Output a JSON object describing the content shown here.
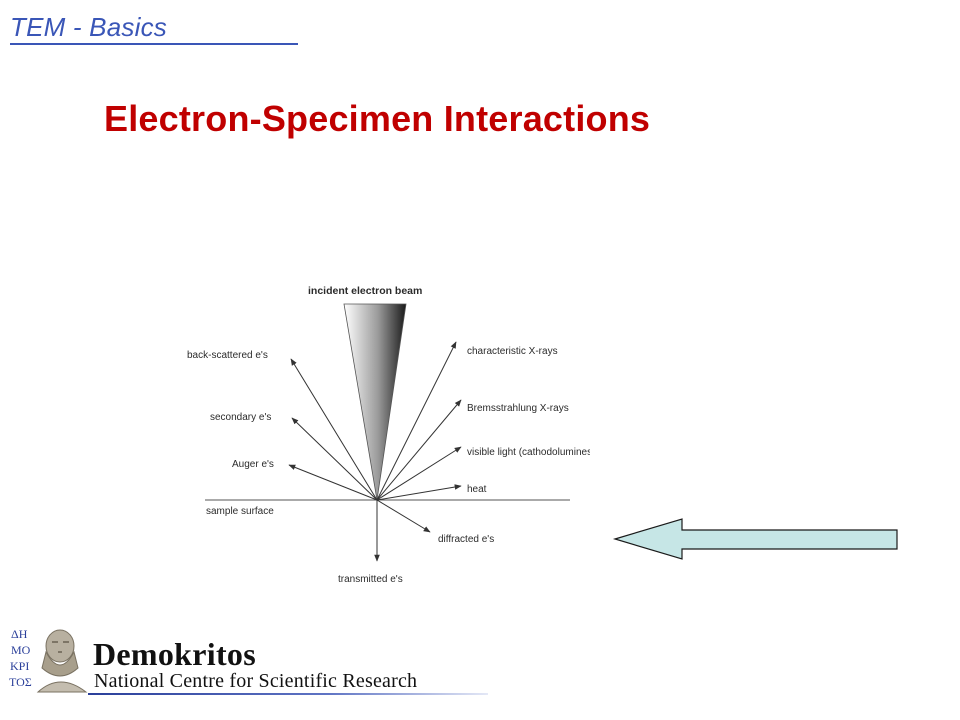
{
  "header": {
    "section_title": "TEM - Basics",
    "accent_color": "#3a56b7"
  },
  "slide": {
    "title": "Electron-Specimen Interactions",
    "title_color": "#c00000"
  },
  "diagram": {
    "beam_label": "incident electron beam",
    "surface_label": "sample surface",
    "left_signals": [
      "back-scattered e's",
      "secondary e's",
      "Auger e's"
    ],
    "right_signals": [
      "characteristic X-rays",
      "Bremsstrahlung X-rays",
      "visible light (cathodoluminescence)",
      "heat"
    ],
    "below_signals": [
      "diffracted e's",
      "transmitted e's"
    ]
  },
  "pointer": {
    "icon": "left-arrow-icon",
    "fill_color": "#c6e6e6"
  },
  "logo": {
    "emblem_letters": [
      "ΔΗ",
      "ΜΟ",
      "ΚΡΙ",
      "ΤΟΣ"
    ],
    "name": "Demokritos",
    "subtitle": "National Centre for Scientific Research"
  }
}
